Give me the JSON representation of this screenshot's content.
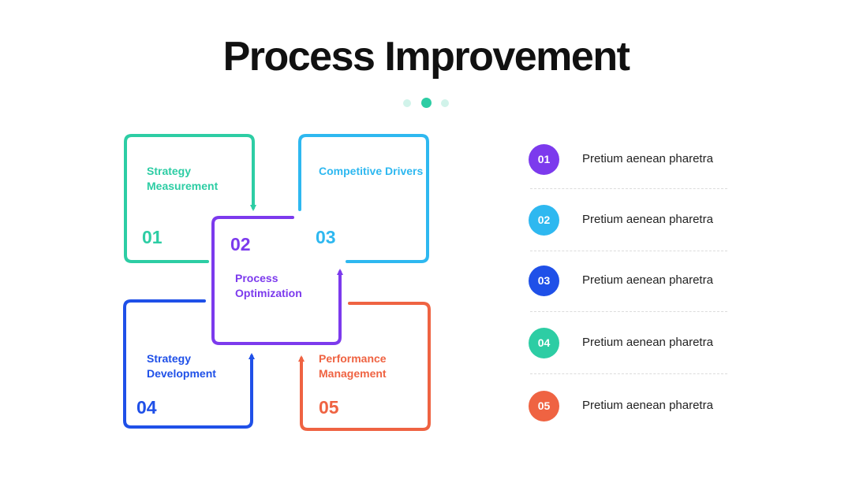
{
  "title": "Process Improvement",
  "colors": {
    "green": "#2dcda4",
    "purple": "#7c3aed",
    "cyan": "#2eb8f0",
    "blue": "#1f50e8",
    "orange": "#ef6342"
  },
  "steps": [
    {
      "number": "01",
      "label": "Strategy\nMeasurement",
      "color": "#2dcda4"
    },
    {
      "number": "02",
      "label": "Process\nOptimization",
      "color": "#7c3aed"
    },
    {
      "number": "03",
      "label": "Competitive Drivers",
      "color": "#2eb8f0"
    },
    {
      "number": "04",
      "label": "Strategy\nDevelopment",
      "color": "#1f50e8"
    },
    {
      "number": "05",
      "label": "Performance\nManagement",
      "color": "#ef6342"
    }
  ],
  "list": [
    {
      "number": "01",
      "text": "Pretium aenean pharetra",
      "color": "#7c3aed"
    },
    {
      "number": "02",
      "text": "Pretium aenean pharetra",
      "color": "#2eb8f0"
    },
    {
      "number": "03",
      "text": "Pretium aenean pharetra",
      "color": "#1f50e8"
    },
    {
      "number": "04",
      "text": "Pretium aenean pharetra",
      "color": "#2dcda4"
    },
    {
      "number": "05",
      "text": "Pretium aenean pharetra",
      "color": "#ef6342"
    }
  ]
}
